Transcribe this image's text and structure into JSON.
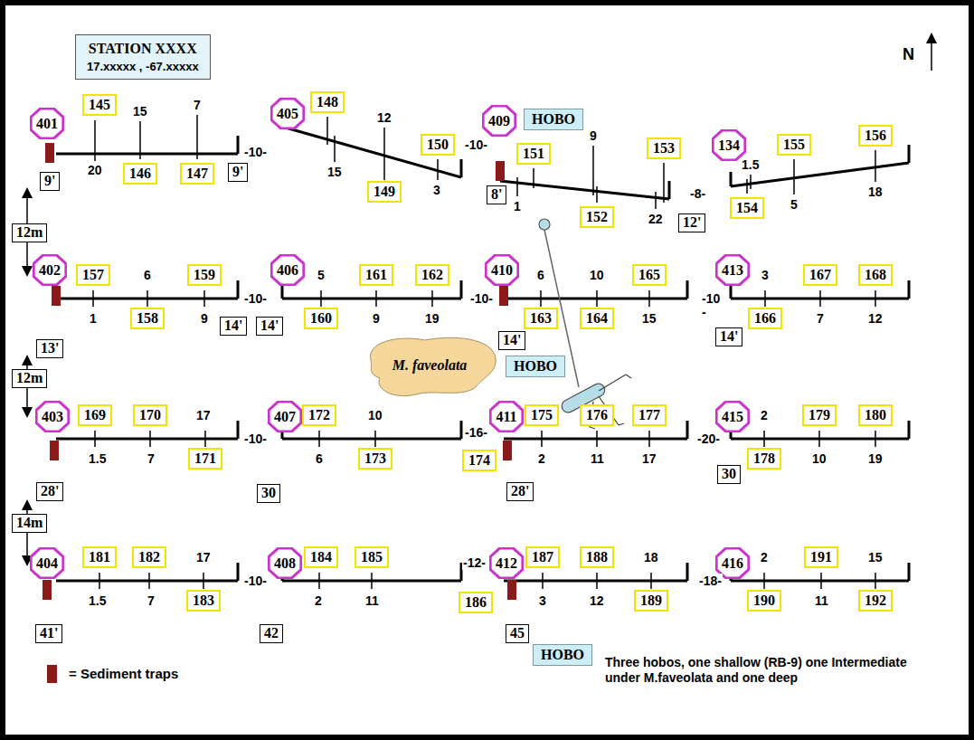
{
  "diagram": {
    "nodes": [
      {
        "text": [
          "STATION XXXX",
          "17.xxxxx , -67.xxxxx"
        ]
      },
      {
        "text": [
          "401"
        ]
      },
      {
        "text": [
          "145"
        ]
      },
      {
        "text": [
          "146"
        ]
      },
      {
        "text": [
          "147"
        ]
      },
      {
        "text": [
          "9'"
        ]
      },
      {
        "text": [
          "9'"
        ]
      },
      {
        "text": [
          "405"
        ]
      },
      {
        "text": [
          "148"
        ]
      },
      {
        "text": [
          "150"
        ]
      },
      {
        "text": [
          "149"
        ]
      },
      {
        "text": [
          "409"
        ]
      },
      {
        "text": [
          "HOBO"
        ]
      },
      {
        "text": [
          "151"
        ]
      },
      {
        "text": [
          "153"
        ]
      },
      {
        "text": [
          "152"
        ]
      },
      {
        "text": [
          "8'"
        ]
      },
      {
        "text": [
          "12'"
        ]
      },
      {
        "text": [
          "134"
        ]
      },
      {
        "text": [
          "155"
        ]
      },
      {
        "text": [
          "156"
        ]
      },
      {
        "text": [
          "154"
        ]
      },
      {
        "text": [
          "12m"
        ]
      },
      {
        "text": [
          "402"
        ]
      },
      {
        "text": [
          "157"
        ]
      },
      {
        "text": [
          "159"
        ]
      },
      {
        "text": [
          "158"
        ]
      },
      {
        "text": [
          "13'"
        ]
      },
      {
        "text": [
          "14'"
        ]
      },
      {
        "text": [
          "14'"
        ]
      },
      {
        "text": [
          "406"
        ]
      },
      {
        "text": [
          "161"
        ]
      },
      {
        "text": [
          "162"
        ]
      },
      {
        "text": [
          "160"
        ]
      },
      {
        "text": [
          "410"
        ]
      },
      {
        "text": [
          "165"
        ]
      },
      {
        "text": [
          "163"
        ]
      },
      {
        "text": [
          "164"
        ]
      },
      {
        "text": [
          "14'"
        ]
      },
      {
        "text": [
          "413"
        ]
      },
      {
        "text": [
          "167"
        ]
      },
      {
        "text": [
          "168"
        ]
      },
      {
        "text": [
          "166"
        ]
      },
      {
        "text": [
          "14'"
        ]
      },
      {
        "text": [
          "12m"
        ]
      },
      {
        "text": [
          "M. faveolata"
        ]
      },
      {
        "text": [
          "HOBO"
        ]
      },
      {
        "text": [
          "403"
        ]
      },
      {
        "text": [
          "169"
        ]
      },
      {
        "text": [
          "170"
        ]
      },
      {
        "text": [
          "171"
        ]
      },
      {
        "text": [
          "28'"
        ]
      },
      {
        "text": [
          "407"
        ]
      },
      {
        "text": [
          "172"
        ]
      },
      {
        "text": [
          "173"
        ]
      },
      {
        "text": [
          "30"
        ]
      },
      {
        "text": [
          "174"
        ]
      },
      {
        "text": [
          "411"
        ]
      },
      {
        "text": [
          "175"
        ]
      },
      {
        "text": [
          "176"
        ]
      },
      {
        "text": [
          "177"
        ]
      },
      {
        "text": [
          "28'"
        ]
      },
      {
        "text": [
          "415"
        ]
      },
      {
        "text": [
          "179"
        ]
      },
      {
        "text": [
          "180"
        ]
      },
      {
        "text": [
          "178"
        ]
      },
      {
        "text": [
          "30"
        ]
      },
      {
        "text": [
          "14m"
        ]
      },
      {
        "text": [
          "404"
        ]
      },
      {
        "text": [
          "181"
        ]
      },
      {
        "text": [
          "182"
        ]
      },
      {
        "text": [
          "183"
        ]
      },
      {
        "text": [
          "41'"
        ]
      },
      {
        "text": [
          "408"
        ]
      },
      {
        "text": [
          "184"
        ]
      },
      {
        "text": [
          "185"
        ]
      },
      {
        "text": [
          "42"
        ]
      },
      {
        "text": [
          "412"
        ]
      },
      {
        "text": [
          "186"
        ]
      },
      {
        "text": [
          "187"
        ]
      },
      {
        "text": [
          "188"
        ]
      },
      {
        "text": [
          "189"
        ]
      },
      {
        "text": [
          "45"
        ]
      },
      {
        "text": [
          "HOBO"
        ]
      },
      {
        "text": [
          "416"
        ]
      },
      {
        "text": [
          "191"
        ]
      },
      {
        "text": [
          "190"
        ]
      },
      {
        "text": [
          "192"
        ]
      }
    ],
    "labels": [
      "N",
      "15",
      "7",
      "20",
      "-10-",
      "12",
      "15",
      "3",
      "-10-",
      "9",
      "1",
      "22",
      "-8-",
      "1.5",
      "5",
      "18",
      "6",
      "1",
      "9",
      "-10-",
      "5",
      "9",
      "19",
      "-10-",
      "6",
      "10",
      "15",
      "-10",
      "-",
      "3",
      "7",
      "12",
      "17",
      "1.5",
      "7",
      "-10-",
      "10",
      "6",
      "-16-",
      "2",
      "11",
      "17",
      "-20-",
      "2",
      "10",
      "19",
      "17",
      "1.5",
      "7",
      "-10-",
      "2",
      "11",
      "-12-",
      "18",
      "3",
      "12",
      "-18-",
      "2",
      "15",
      "11",
      "Three hobos, one shallow (RB-9) one Intermediate under  M.faveolata and one deep"
    ],
    "legend": [
      {
        "text": "= Sediment traps",
        "color": "#8b1a1a"
      }
    ]
  }
}
